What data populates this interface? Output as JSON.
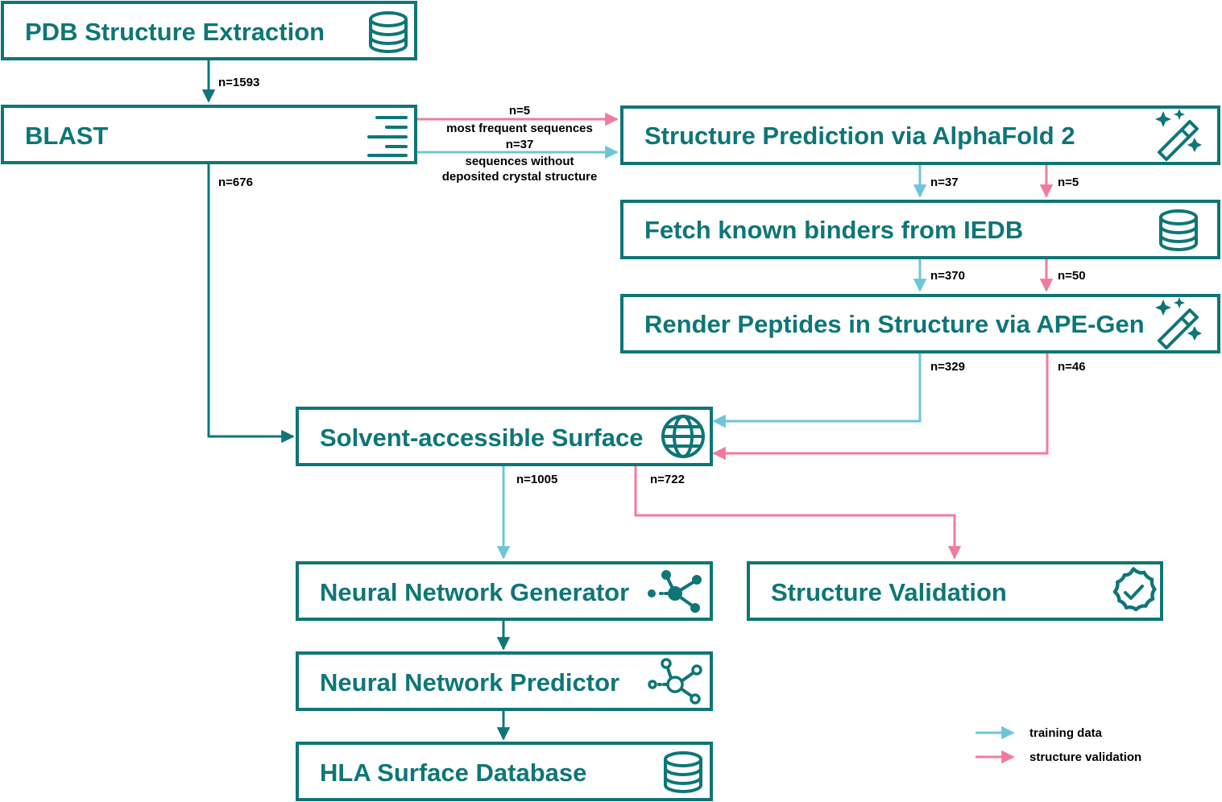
{
  "boxes": {
    "pdb": "PDB Structure Extraction",
    "blast": "BLAST",
    "alphafold": "Structure Prediction via AlphaFold 2",
    "iedb": "Fetch known binders from IEDB",
    "apegen": "Render Peptides in Structure via APE-Gen",
    "sas": "Solvent-accessible Surface",
    "nn_generator": "Neural Network Generator",
    "validation": "Structure Validation",
    "nn_predictor": "Neural Network Predictor",
    "database": "HLA Surface Database"
  },
  "icons": {
    "pdb": "database-icon",
    "blast": "align-right-icon",
    "alphafold": "magic-wand-icon",
    "iedb": "database-icon",
    "apegen": "magic-wand-icon",
    "sas": "globe-icon",
    "nn_generator": "network-filled-icon",
    "validation": "badge-check-icon",
    "nn_predictor": "network-outline-icon",
    "database": "database-icon"
  },
  "flow_counts": {
    "pdb_to_blast": "n=1593",
    "blast_to_sas": "n=676",
    "blast_to_alphafold_validation": "n=5",
    "blast_to_alphafold_training": "n=37",
    "alphafold_to_iedb_training": "n=37",
    "alphafold_to_iedb_validation": "n=5",
    "iedb_to_apegen_training": "n=370",
    "iedb_to_apegen_validation": "n=50",
    "apegen_to_sas_training": "n=329",
    "apegen_to_sas_validation": "n=46",
    "sas_to_generator": "n=1005",
    "sas_to_validation": "n=722"
  },
  "flow_notes": {
    "validation_line": "most frequent sequences",
    "training_line1": "sequences without",
    "training_line2": "deposited crystal structure"
  },
  "legend": {
    "training": "training data",
    "validation": "structure validation"
  },
  "colors": {
    "primary": "#0e7677",
    "training": "#6cc6d9",
    "validation": "#f07c9d"
  }
}
